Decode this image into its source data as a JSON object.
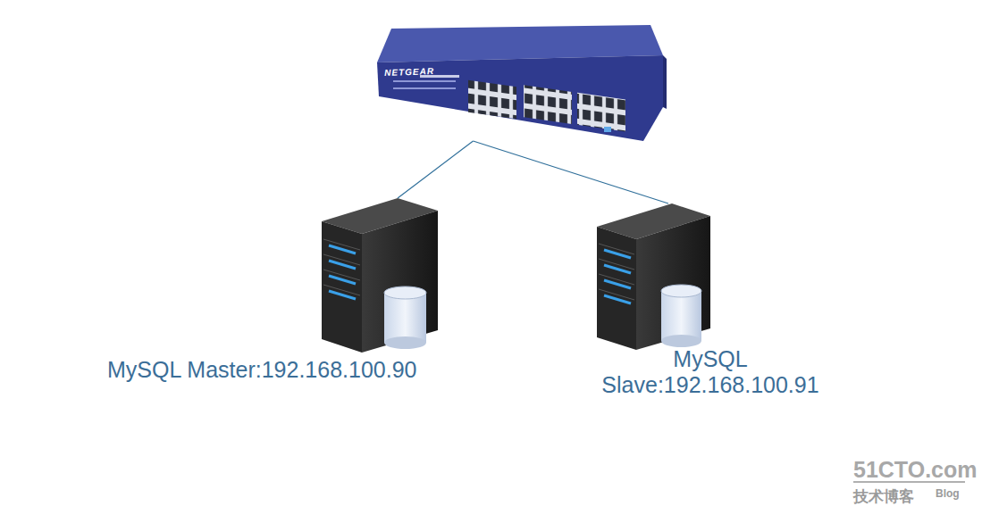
{
  "diagram": {
    "nodes": [
      {
        "text": [
          "NETGEAR"
        ]
      },
      {
        "text": [
          "MySQL Master:192.168.100.90"
        ]
      },
      {
        "text": [
          "MySQL Slave:192.168.100.91"
        ]
      }
    ],
    "edges": [
      {
        "from": 0,
        "to": 1,
        "arrow": "none"
      },
      {
        "from": 0,
        "to": 2,
        "arrow": "none"
      }
    ],
    "labels": [
      "51CTO.com",
      "技术博客",
      "Blog"
    ]
  }
}
